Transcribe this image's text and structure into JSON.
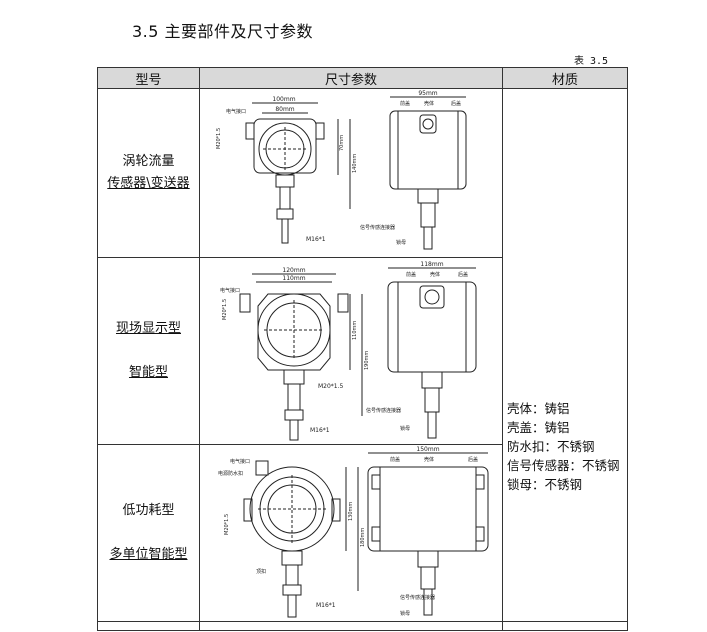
{
  "heading": "3.5 主要部件及尺寸参数",
  "table_no": "表 3.5",
  "headers": {
    "model": "型号",
    "dims": "尺寸参数",
    "material": "材质"
  },
  "rows": [
    {
      "name_line1": "涡轮流量",
      "name_line2": "传感器\\变送器",
      "front": {
        "w_outer": "100mm",
        "w_inner": "80mm",
        "port_label": "电气接口",
        "thread": "M20*1.5",
        "h1": "70mm",
        "h2": "140mm",
        "bottom_thread": "M16*1"
      },
      "side": {
        "width": "95mm",
        "front_cover": "前盖",
        "shell": "壳体",
        "rear_cover": "后盖",
        "connector": "信号传感连接器",
        "nut": "锁母"
      }
    },
    {
      "name_line1": "现场显示型",
      "name_line2": "智能型",
      "front": {
        "w_outer": "120mm",
        "w_inner": "110mm",
        "port_label": "电气接口",
        "thread": "M20*1.5",
        "h1": "110mm",
        "h2": "190mm",
        "mid_thread": "M20*1.5",
        "bottom_thread": "M16*1"
      },
      "side": {
        "width": "118mm",
        "front_cover": "前盖",
        "shell": "壳体",
        "rear_cover": "后盖",
        "connector": "信号传感连接器",
        "nut": "锁母"
      }
    },
    {
      "name_line1": "低功耗型",
      "name_line2": "多单位智能型",
      "front": {
        "port_label": "电气接口",
        "cable_label": "电源防水扣",
        "thread": "M20*1.5",
        "h1": "130mm",
        "h2": "180mm",
        "clip": "顶扣",
        "bottom_thread": "M16*1"
      },
      "side": {
        "width": "150mm",
        "front_cover": "前盖",
        "shell": "壳体",
        "rear_cover": "后盖",
        "connector": "信号传感连接器",
        "nut": "锁母"
      }
    }
  ],
  "materials": [
    "壳体：铸铝",
    "壳盖：铸铝",
    "防水扣：不锈钢",
    "信号传感器：不锈钢",
    "锁母：不锈钢"
  ]
}
